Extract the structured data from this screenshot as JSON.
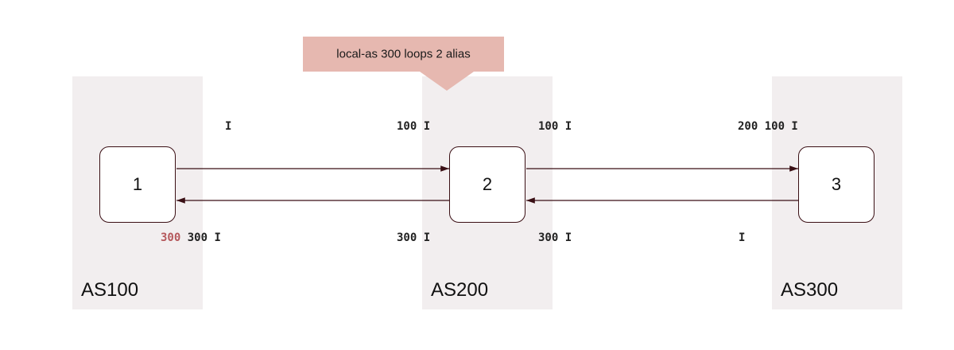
{
  "callout": {
    "text": "local-as 300 loops 2 alias"
  },
  "as_zones": [
    {
      "label": "AS100"
    },
    {
      "label": "AS200"
    },
    {
      "label": "AS300"
    }
  ],
  "routers": [
    {
      "label": "1"
    },
    {
      "label": "2"
    },
    {
      "label": "3"
    }
  ],
  "paths": {
    "r1_out": "I",
    "r2_in_from_1": "100 I",
    "r2_out_to_3": "100 I",
    "r3_in": "200 100 I",
    "r1_in_prefix": "300",
    "r1_in": " 300 I",
    "r2_out_to_1": "300 I",
    "r2_in_from_3": "300 I",
    "r3_out": "I"
  },
  "colors": {
    "zone": "#f2eeef",
    "callout": "#e6b8b0",
    "line": "#3a0f14",
    "highlight": "#b5585c"
  }
}
